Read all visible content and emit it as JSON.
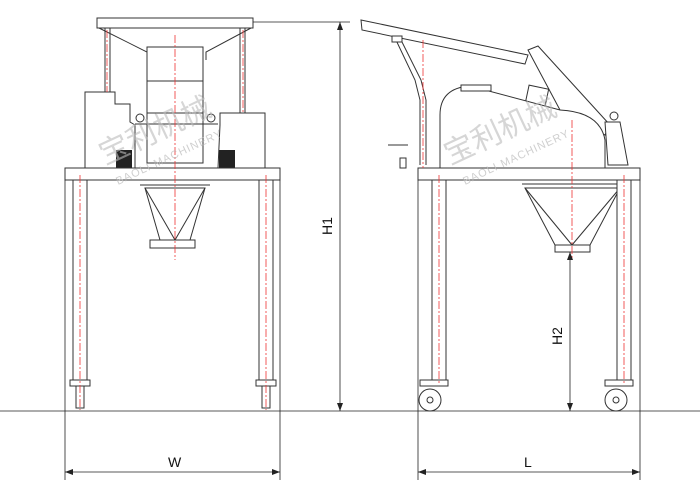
{
  "title": "Crusher dimension drawing - front and side views",
  "dimensions": {
    "h1": "H1",
    "h2": "H2",
    "w": "W",
    "l": "L"
  },
  "watermark": {
    "cn": "宝利机械",
    "en": "BAOLI MACHINERY"
  },
  "colors": {
    "line": "#333333",
    "centerline": "#e33333"
  }
}
